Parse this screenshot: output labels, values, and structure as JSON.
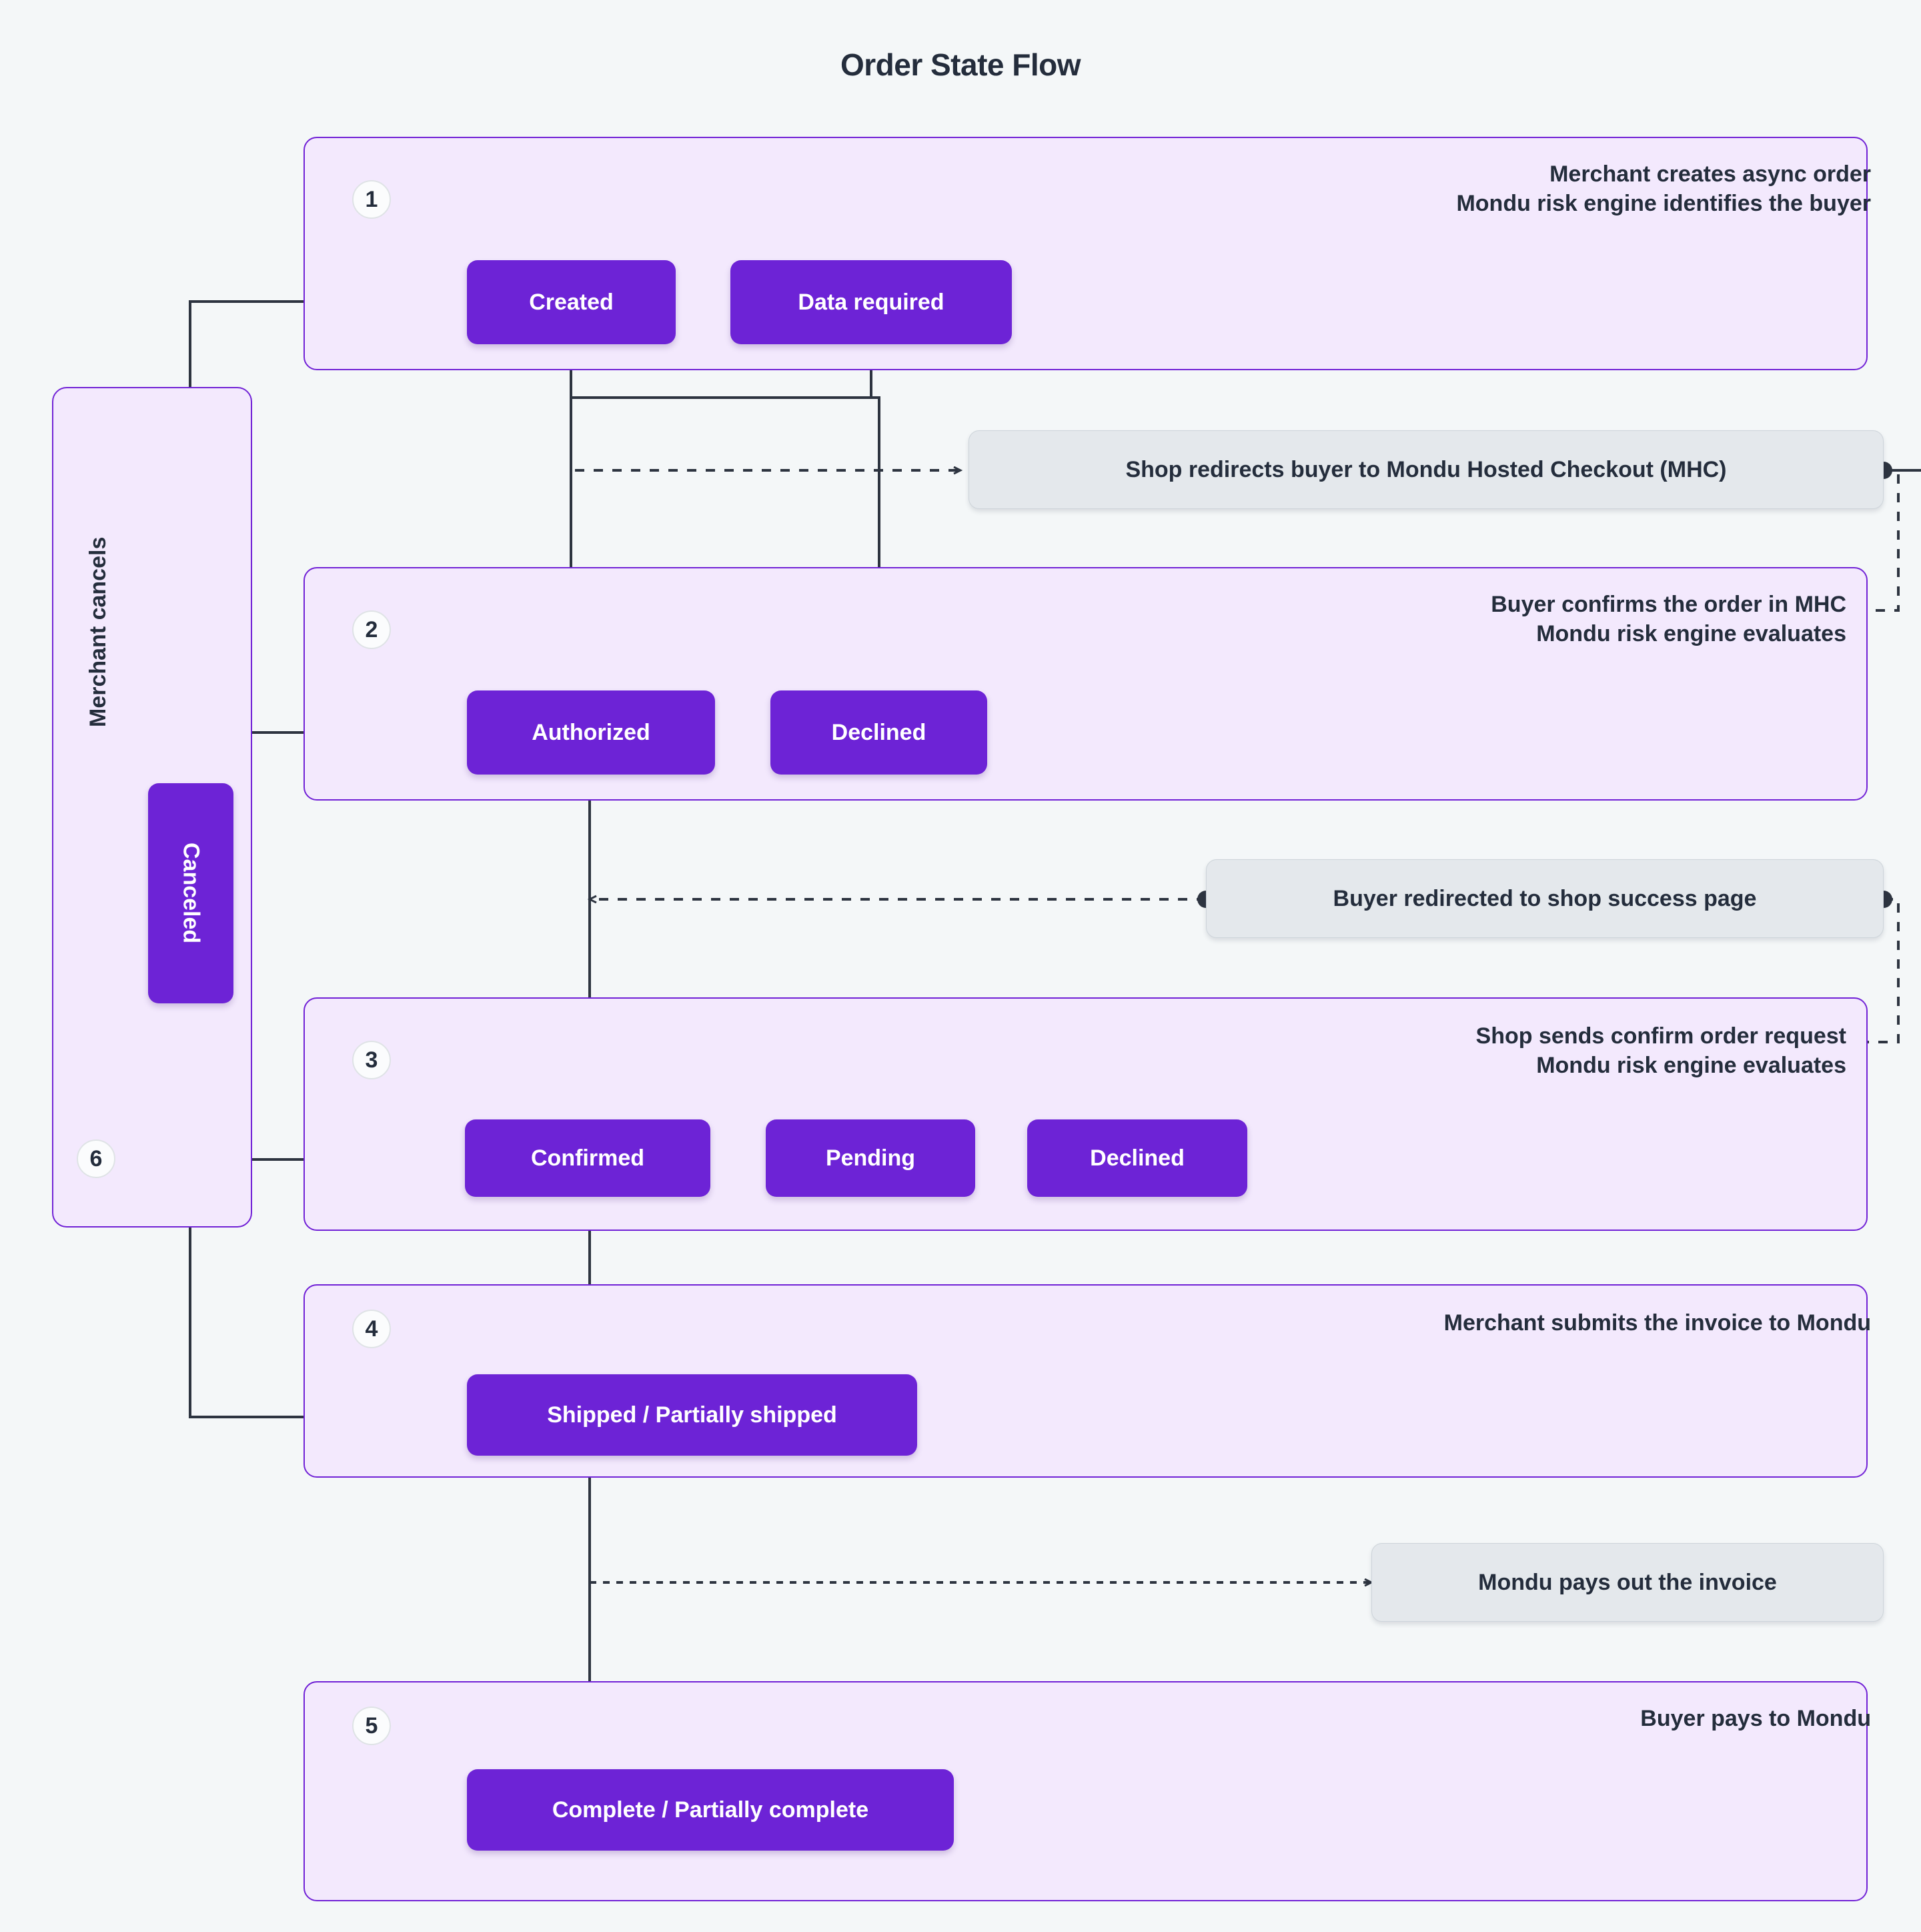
{
  "title": "Order State Flow",
  "colors": {
    "background": "#f4f7f8",
    "panel_fill": "#f3e9fd",
    "panel_border": "#7122d6",
    "node_fill": "#6d23d6",
    "node_text": "#ffffff",
    "note_fill": "#e4e8ec",
    "note_border": "#cdd4da",
    "line": "#2d3440",
    "text": "#242d3c"
  },
  "phases": [
    {
      "badge": "1",
      "annotation": "Merchant creates async order\nMondu risk engine identifies the buyer"
    },
    {
      "badge": "2",
      "annotation": "Buyer confirms the order in MHC\nMondu risk engine evaluates"
    },
    {
      "badge": "3",
      "annotation": "Shop sends confirm order request\nMondu risk engine evaluates"
    },
    {
      "badge": "4",
      "annotation": "Merchant submits the invoice to Mondu"
    },
    {
      "badge": "5",
      "annotation": "Buyer pays to Mondu"
    },
    {
      "badge": "6",
      "annotation": "Merchant cancels"
    }
  ],
  "lane": {
    "caption": "Merchant cancels",
    "badge": "6"
  },
  "nodes": {
    "created": "Created",
    "data_required": "Data required",
    "authorized": "Authorized",
    "declined_2": "Declined",
    "confirmed": "Confirmed",
    "pending": "Pending",
    "declined_3": "Declined",
    "shipped": "Shipped / Partially shipped",
    "complete": "Complete / Partially complete",
    "canceled": "Canceled"
  },
  "notes": {
    "mhc_redirect": "Shop redirects buyer to Mondu Hosted Checkout (MHC)",
    "success_page": "Buyer redirected to shop success page",
    "payout": "Mondu pays out the invoice"
  },
  "chart_data": {
    "type": "diagram",
    "title": "Order State Flow",
    "states": [
      "Created",
      "Data required",
      "Authorized",
      "Declined",
      "Confirmed",
      "Pending",
      "Declined",
      "Shipped / Partially shipped",
      "Complete / Partially complete",
      "Canceled"
    ],
    "transitions": [
      {
        "from": "Created",
        "to": "Authorized"
      },
      {
        "from": "Created",
        "to": "Declined"
      },
      {
        "from": "Data required",
        "to": "Authorized"
      },
      {
        "from": "Authorized",
        "to": "Confirmed"
      },
      {
        "from": "Authorized",
        "to": "Pending"
      },
      {
        "from": "Pending",
        "to": "Confirmed"
      },
      {
        "from": "Pending",
        "to": "Declined"
      },
      {
        "from": "Confirmed",
        "to": "Shipped / Partially shipped"
      },
      {
        "from": "Shipped / Partially shipped",
        "to": "Complete / Partially complete"
      },
      {
        "from": "Created",
        "to": "Canceled"
      },
      {
        "from": "Authorized",
        "to": "Canceled"
      },
      {
        "from": "Confirmed",
        "to": "Canceled"
      },
      {
        "from": "Shipped / Partially shipped",
        "to": "Canceled"
      }
    ]
  }
}
